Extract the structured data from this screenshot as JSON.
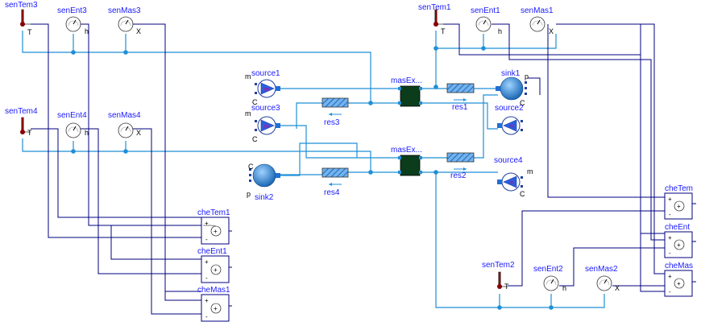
{
  "title": "",
  "sensors": {
    "senTem3": {
      "name": "senTem3",
      "port": "T"
    },
    "senEnt3": {
      "name": "senEnt3",
      "port": "h"
    },
    "senMas3": {
      "name": "senMas3",
      "port": "X"
    },
    "senTem4": {
      "name": "senTem4",
      "port": "T"
    },
    "senEnt4": {
      "name": "senEnt4",
      "port": "h"
    },
    "senMas4": {
      "name": "senMas4",
      "port": "X"
    },
    "senTem1": {
      "name": "senTem1",
      "port": "T"
    },
    "senEnt1": {
      "name": "senEnt1",
      "port": "h"
    },
    "senMas1": {
      "name": "senMas1",
      "port": "X"
    },
    "senTem2": {
      "name": "senTem2",
      "port": "T"
    },
    "senEnt2": {
      "name": "senEnt2",
      "port": "h"
    },
    "senMas2": {
      "name": "senMas2",
      "port": "X"
    }
  },
  "sources": {
    "source1": {
      "name": "source1",
      "ports": [
        "m",
        "C"
      ]
    },
    "source3": {
      "name": "source3",
      "ports": [
        "m",
        "C"
      ]
    },
    "source2": {
      "name": "source2",
      "ports": []
    },
    "source4": {
      "name": "source4",
      "ports": [
        "m",
        "C"
      ]
    }
  },
  "sinks": {
    "sink1": {
      "name": "sink1",
      "ports": [
        "p",
        "C"
      ]
    },
    "sink2": {
      "name": "sink2",
      "ports": [
        "C",
        "p"
      ]
    }
  },
  "resistances": {
    "res1": {
      "name": "res1"
    },
    "res2": {
      "name": "res2"
    },
    "res3": {
      "name": "res3"
    },
    "res4": {
      "name": "res4"
    }
  },
  "exchangers": {
    "masEx1": {
      "name": "masEx..."
    },
    "masEx2": {
      "name": "masEx..."
    }
  },
  "checks": {
    "cheTem1": {
      "name": "cheTem1"
    },
    "cheEnt1": {
      "name": "cheEnt1"
    },
    "cheMas1": {
      "name": "cheMas1"
    },
    "cheTem": {
      "name": "cheTem"
    },
    "cheEnt": {
      "name": "cheEnt"
    },
    "cheMas": {
      "name": "cheMas"
    }
  },
  "colors": {
    "fluid": "#1f8fd6",
    "signal": "#00007f",
    "label": "#1a1aff",
    "exchanger": "#0b3d1c",
    "thermometer": "#8b0000",
    "sink": "#1f8fd6"
  }
}
